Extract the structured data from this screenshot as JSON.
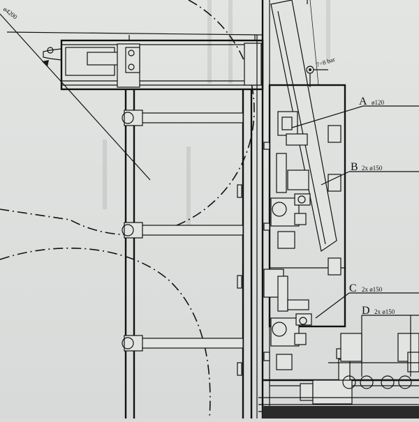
{
  "drawing": {
    "radius_dim": "ø4200",
    "pressure_note": "7÷8 bar",
    "callouts": [
      {
        "letter": "A",
        "spec": "ø120"
      },
      {
        "letter": "B",
        "spec": "2x ø150"
      },
      {
        "letter": "C",
        "spec": "2x ø150"
      },
      {
        "letter": "D",
        "spec": "2x ø150"
      }
    ]
  }
}
